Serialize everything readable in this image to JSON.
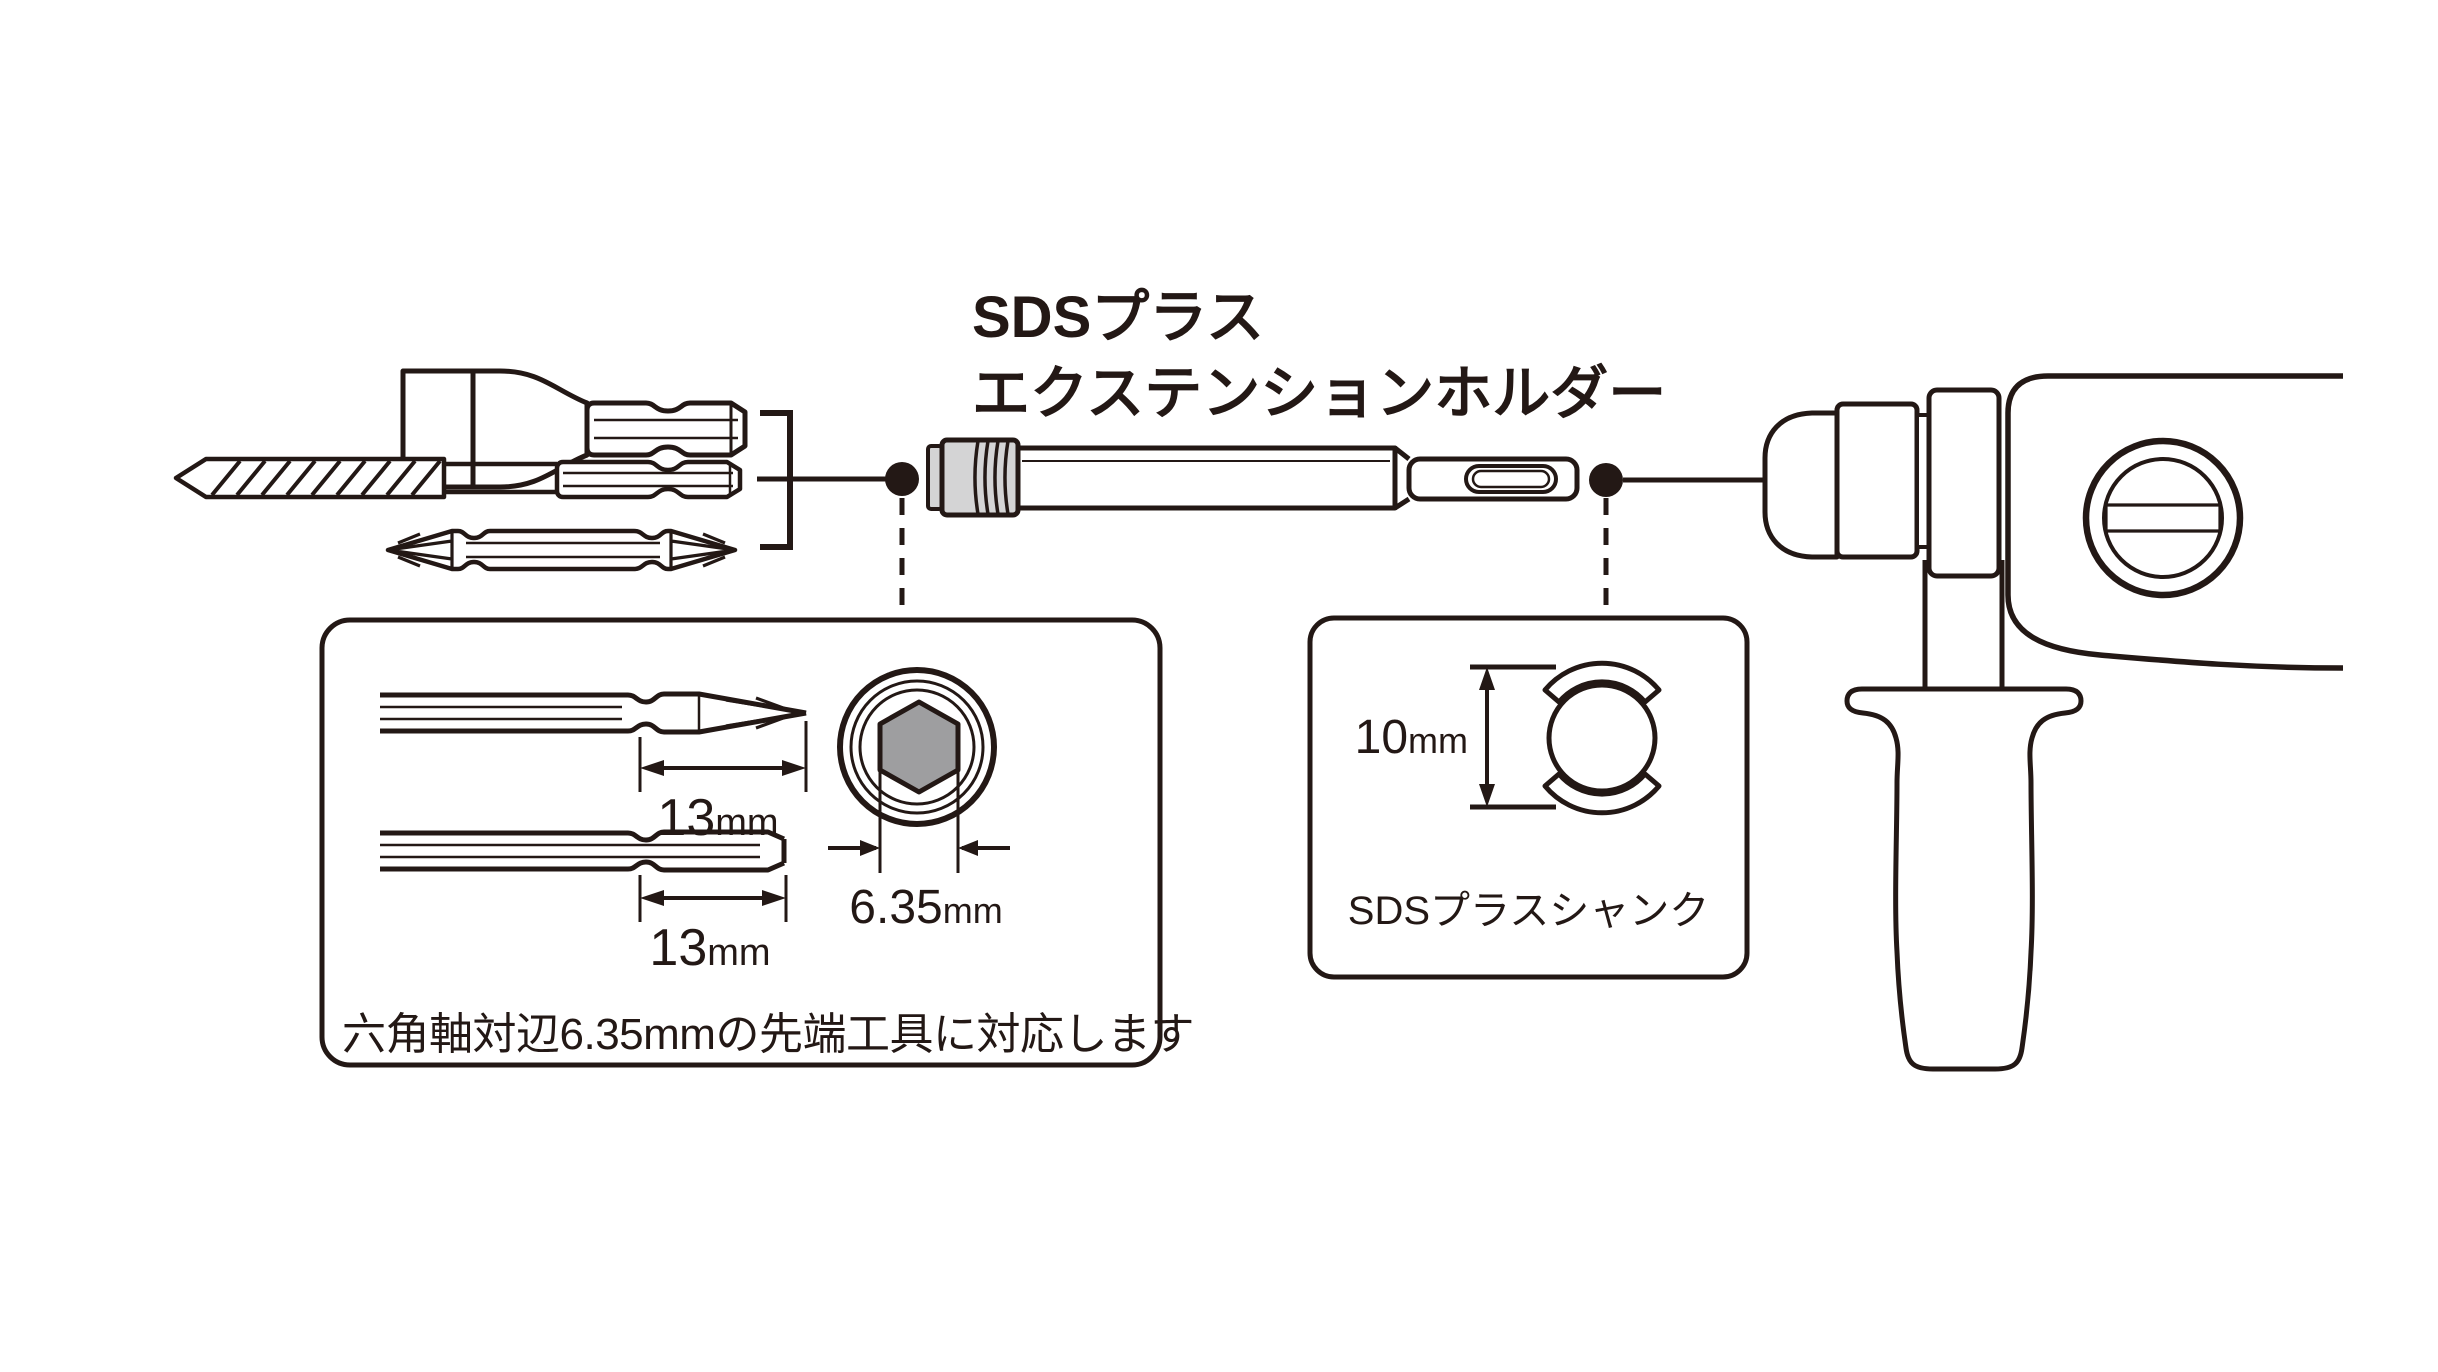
{
  "title": {
    "line1": "SDSプラス",
    "line2": "エクステンションホルダー"
  },
  "left_callout": {
    "dim_bit_top": {
      "value": "13",
      "unit": "mm"
    },
    "dim_bit_bottom": {
      "value": "13",
      "unit": "mm"
    },
    "dim_hex": {
      "value": "6.35",
      "unit": "mm"
    },
    "note": "六角軸対辺6.35mmの先端工具に対応します"
  },
  "right_callout": {
    "dim_shank": {
      "value": "10",
      "unit": "mm"
    },
    "label": "SDSプラスシャンク"
  },
  "colors": {
    "ink": "#231815",
    "collar_gray": "#d4d4d5",
    "hex_fill": "#9e9ea0"
  }
}
